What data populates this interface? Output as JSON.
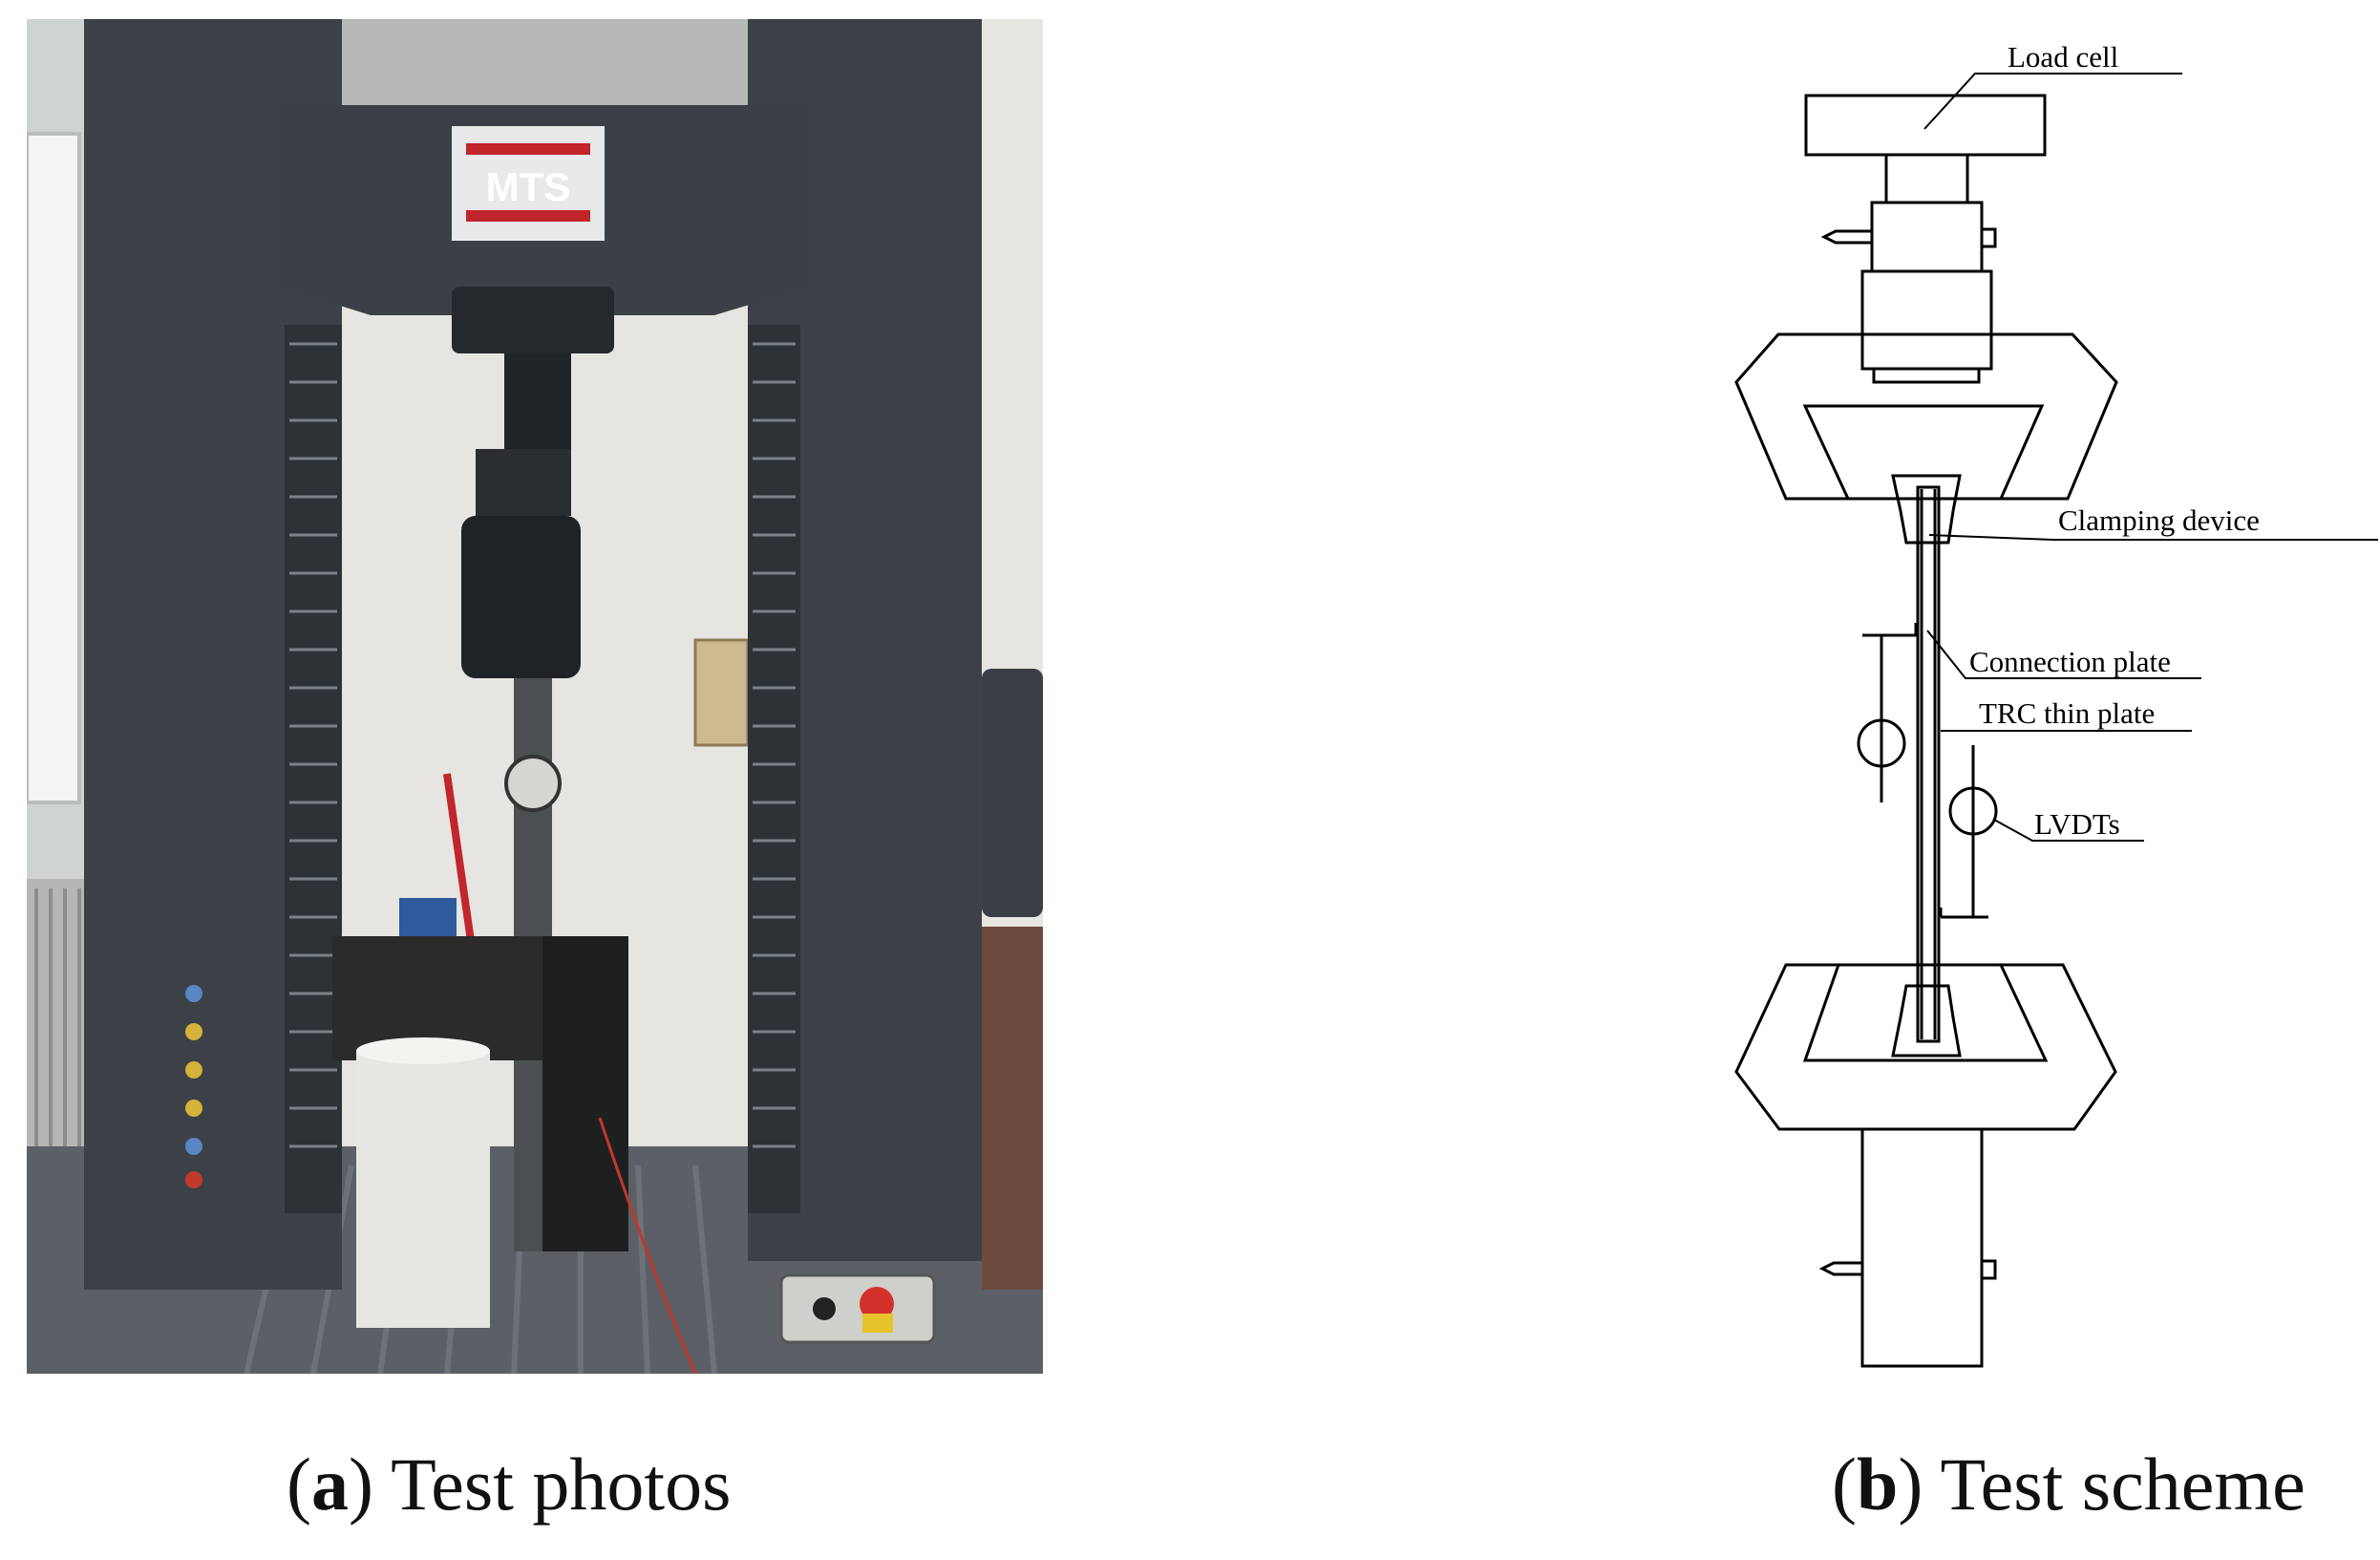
{
  "panel_a": {
    "brand_text": "MTS",
    "caption_letter": "a",
    "caption_text": "Test photos"
  },
  "panel_b": {
    "caption_letter": "b",
    "caption_text": "Test scheme",
    "labels": {
      "load_cell": "Load cell",
      "clamping_device": "Clamping device",
      "connection_plate": "Connection plate",
      "trc_thin_plate": "TRC thin plate",
      "lvdts": "LVDTs"
    }
  },
  "colors": {
    "frame_dark": "#3a4046",
    "wall": "#e6e4e0",
    "brand_red": "#c0262c",
    "line": "#000000"
  }
}
